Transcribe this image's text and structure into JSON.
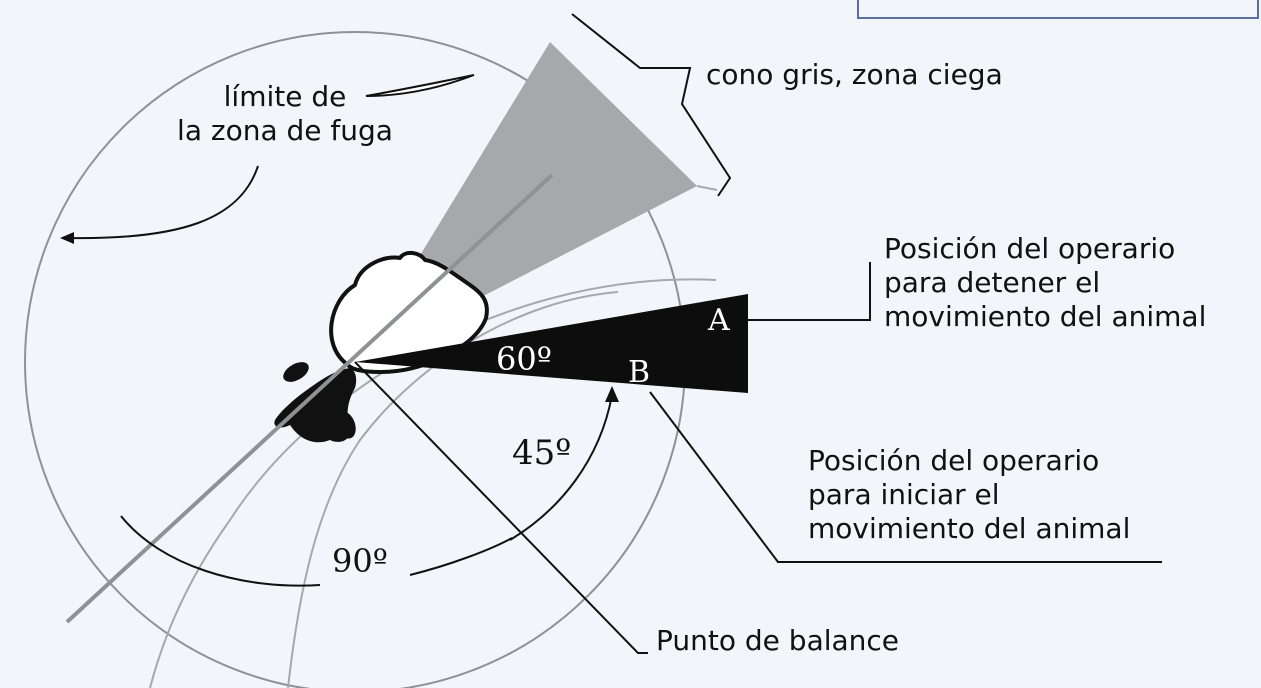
{
  "labels": {
    "flight_zone_limit": "límite de\nla zona de fuga",
    "blind_zone": "cono gris, zona ciega",
    "stop_position": "Posición del operario\npara detener el\nmovimiento del animal",
    "start_position": "Posición del operario\npara iniciar el\nmovimiento del animal",
    "balance_point": "Punto de balance"
  },
  "markers": {
    "a": "A",
    "b": "B"
  },
  "angles": {
    "sixty": "60º",
    "fortyfive": "45º",
    "ninety": "90º"
  },
  "colors": {
    "background": "#f2f6fb",
    "blind_cone": "#a6a8ab",
    "sector": "#0d0d0d",
    "circle": "#8e9196",
    "line": "#111111",
    "box_border": "#5a6fa0"
  }
}
